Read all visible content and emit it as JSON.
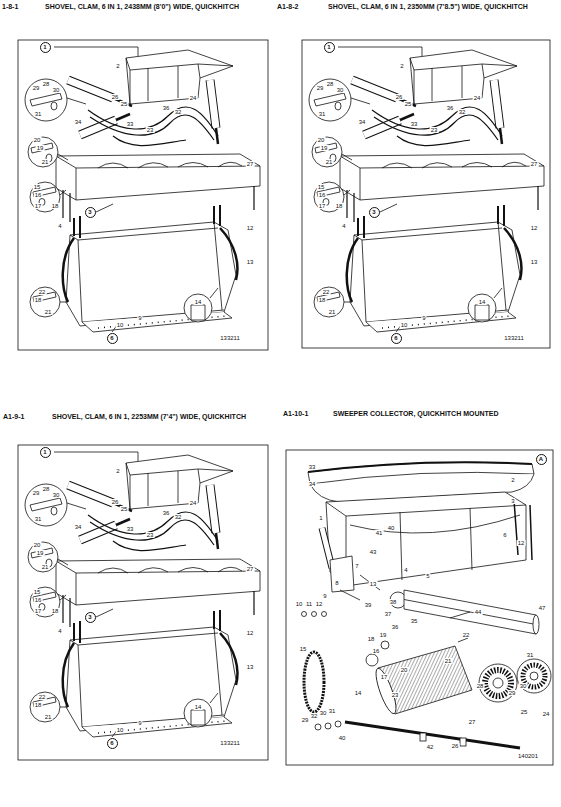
{
  "diagram": {
    "nodes": [
      {
        "text": [
          "1"
        ]
      },
      {
        "text": [
          "3"
        ]
      },
      {
        "text": [
          "6"
        ]
      },
      {
        "text": [
          "1"
        ]
      },
      {
        "text": [
          "3"
        ]
      },
      {
        "text": [
          "6"
        ]
      },
      {
        "text": [
          "1"
        ]
      },
      {
        "text": [
          "3"
        ]
      },
      {
        "text": [
          "6"
        ]
      },
      {
        "text": [
          "A"
        ]
      }
    ],
    "labels": [
      "1-8-1",
      "SHOVEL, CLAM, 6 IN 1, 2438MM (8'0\") WIDE, QUICKHITCH",
      "2",
      "29",
      "28",
      "30",
      "31",
      "26",
      "25",
      "34",
      "24",
      "33",
      "23",
      "32",
      "36",
      "20",
      "19",
      "21",
      "15",
      "16",
      "17",
      "18",
      "27",
      "4",
      "12",
      "13",
      "22",
      "18",
      "21",
      "10",
      "9",
      "14",
      "133211",
      "A1-8-2",
      "SHOVEL, CLAM, 6 IN 1, 2350MM (7'8.5\") WIDE, QUICKHITCH",
      "2",
      "29",
      "28",
      "30",
      "31",
      "26",
      "25",
      "34",
      "24",
      "33",
      "23",
      "32",
      "36",
      "20",
      "19",
      "21",
      "15",
      "16",
      "17",
      "18",
      "27",
      "4",
      "12",
      "13",
      "22",
      "18",
      "21",
      "10",
      "9",
      "14",
      "133211",
      "A1-9-1",
      "SHOVEL, CLAM, 6 IN 1, 2253MM (7'4\") WIDE, QUICKHITCH",
      "2",
      "29",
      "28",
      "30",
      "31",
      "26",
      "25",
      "34",
      "24",
      "33",
      "23",
      "32",
      "36",
      "20",
      "19",
      "21",
      "15",
      "16",
      "17",
      "18",
      "27",
      "4",
      "12",
      "13",
      "22",
      "18",
      "21",
      "10",
      "9",
      "14",
      "133211",
      "A1-10-1",
      "SWEEPER COLLECTOR, QUICKHITCH MOUNTED",
      "33",
      "34",
      "2",
      "1",
      "3",
      "6",
      "12",
      "41",
      "40",
      "43",
      "7",
      "8",
      "13",
      "9",
      "10",
      "11",
      "12",
      "39",
      "38",
      "37",
      "5",
      "4",
      "36",
      "35",
      "19",
      "18",
      "16",
      "15",
      "17",
      "20",
      "21",
      "44",
      "47",
      "22",
      "14",
      "23",
      "31",
      "28",
      "29",
      "30",
      "25",
      "24",
      "26",
      "27",
      "42",
      "29",
      "32",
      "30",
      "31",
      "40",
      "140201"
    ]
  }
}
